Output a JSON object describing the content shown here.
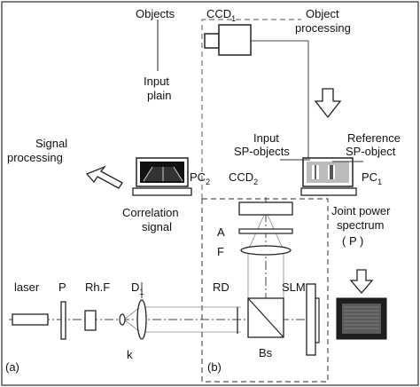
{
  "labels": {
    "objects": "Objects",
    "ccd1_main": "CCD",
    "ccd1_sub": "1",
    "object_processing_1": "Object",
    "object_processing_2": "processing",
    "input_plain_1": "Input",
    "input_plain_2": "plain",
    "input_sp_1": "Input",
    "input_sp_2": "SP-objects",
    "reference_sp_1": "Reference",
    "reference_sp_2": "SP-object",
    "signal_processing_1": "Signal",
    "signal_processing_2": "processing",
    "pc2_main": "PC",
    "pc2_sub": "2",
    "ccd2_main": "CCD",
    "ccd2_sub": "2",
    "pc1_main": "PC",
    "pc1_sub": "1",
    "correlation_1": "Correlation",
    "correlation_2": "signal",
    "joint_power_1": "Joint power",
    "joint_power_2": "spectrum",
    "joint_power_3": "( P )",
    "a": "A",
    "f": "F",
    "laser": "laser",
    "p": "P",
    "rhf": "Rh.F",
    "d1_main": "D",
    "d1_sub": "1",
    "rd": "RD",
    "slm": "SLM",
    "k": "k",
    "bs": "Bs",
    "panel_a": "(a)",
    "panel_b": "(b)"
  }
}
